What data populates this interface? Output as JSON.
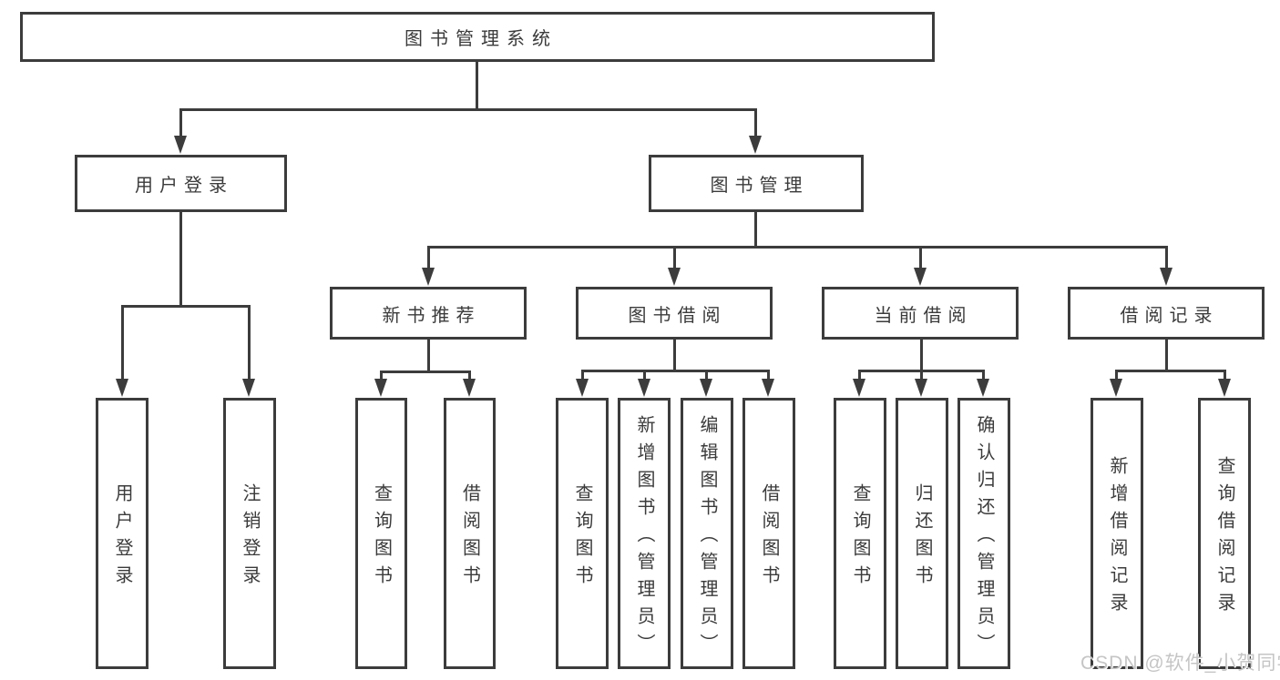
{
  "diagram": {
    "root": {
      "label": "图书管理系统",
      "children": [
        {
          "label": "用户登录",
          "children": [
            {
              "label": "用户登录"
            },
            {
              "label": "注销登录"
            }
          ]
        },
        {
          "label": "图书管理",
          "children": [
            {
              "label": "新书推荐",
              "children": [
                {
                  "label": "查询图书"
                },
                {
                  "label": "借阅图书"
                }
              ]
            },
            {
              "label": "图书借阅",
              "children": [
                {
                  "label": "查询图书"
                },
                {
                  "label": "新增图书（管理员）"
                },
                {
                  "label": "编辑图书（管理员）"
                },
                {
                  "label": "借阅图书"
                }
              ]
            },
            {
              "label": "当前借阅",
              "children": [
                {
                  "label": "查询图书"
                },
                {
                  "label": "归还图书"
                },
                {
                  "label": "确认归还（管理员）"
                }
              ]
            },
            {
              "label": "借阅记录",
              "children": [
                {
                  "label": "新增借阅记录"
                },
                {
                  "label": "查询借阅记录"
                }
              ]
            }
          ]
        }
      ]
    }
  },
  "watermark": {
    "text": "CSDN @软件_小贺同学"
  },
  "colors": {
    "line": "#3c3c3c",
    "text": "#3b3b3b",
    "background": "#ffffff",
    "watermark": "#c5c5c5"
  }
}
